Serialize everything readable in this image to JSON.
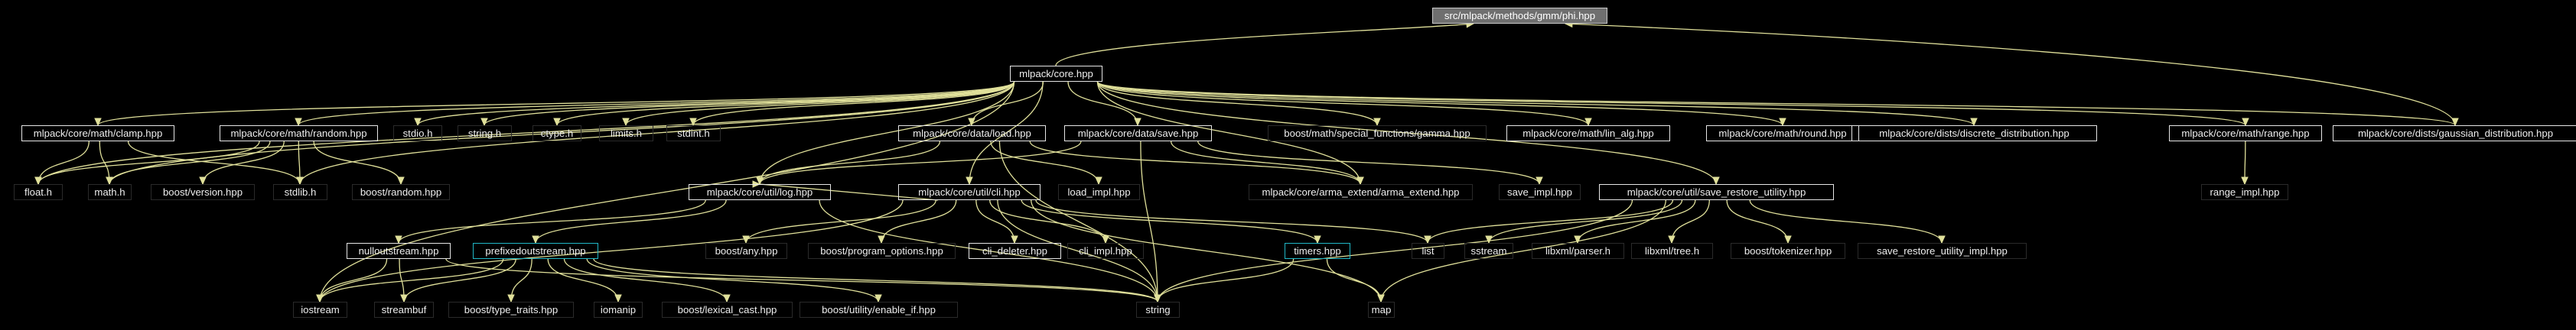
{
  "colors": {
    "background": "#000000",
    "edge": "#e0e09a",
    "node_text": "#eeeeee",
    "root_fill": "#6f6f6f",
    "cyan_border": "#20b7c6"
  },
  "nodes": [
    {
      "id": "phi",
      "label": "src/mlpack/methods/gmm/phi.hpp",
      "style": "root"
    },
    {
      "id": "core",
      "label": "mlpack/core.hpp",
      "style": "framed"
    },
    {
      "id": "clamp",
      "label": "mlpack/core/math/clamp.hpp",
      "style": "framed"
    },
    {
      "id": "random",
      "label": "mlpack/core/math/random.hpp",
      "style": "framed"
    },
    {
      "id": "stdio",
      "label": "stdio.h",
      "style": "plain"
    },
    {
      "id": "string_h",
      "label": "string.h",
      "style": "plain"
    },
    {
      "id": "ctype",
      "label": "ctype.h",
      "style": "plain"
    },
    {
      "id": "limits",
      "label": "limits.h",
      "style": "plain"
    },
    {
      "id": "stdint",
      "label": "stdint.h",
      "style": "plain"
    },
    {
      "id": "load",
      "label": "mlpack/core/data/load.hpp",
      "style": "framed"
    },
    {
      "id": "save",
      "label": "mlpack/core/data/save.hpp",
      "style": "framed"
    },
    {
      "id": "gamma",
      "label": "boost/math/special_functions/gamma.hpp",
      "style": "plain"
    },
    {
      "id": "lin_alg",
      "label": "mlpack/core/math/lin_alg.hpp",
      "style": "framed"
    },
    {
      "id": "round",
      "label": "mlpack/core/math/round.hpp",
      "style": "framed"
    },
    {
      "id": "discrete",
      "label": "mlpack/core/dists/discrete_distribution.hpp",
      "style": "framed"
    },
    {
      "id": "range",
      "label": "mlpack/core/math/range.hpp",
      "style": "framed"
    },
    {
      "id": "gaussian",
      "label": "mlpack/core/dists/gaussian_distribution.hpp",
      "style": "framed"
    },
    {
      "id": "float",
      "label": "float.h",
      "style": "plain"
    },
    {
      "id": "math",
      "label": "math.h",
      "style": "plain"
    },
    {
      "id": "bversion",
      "label": "boost/version.hpp",
      "style": "plain"
    },
    {
      "id": "stdlib",
      "label": "stdlib.h",
      "style": "plain"
    },
    {
      "id": "brandom",
      "label": "boost/random.hpp",
      "style": "plain"
    },
    {
      "id": "log",
      "label": "mlpack/core/util/log.hpp",
      "style": "framed"
    },
    {
      "id": "load_impl",
      "label": "load_impl.hpp",
      "style": "plain"
    },
    {
      "id": "cli",
      "label": "mlpack/core/util/cli.hpp",
      "style": "framed"
    },
    {
      "id": "arma",
      "label": "mlpack/core/arma_extend/arma_extend.hpp",
      "style": "plain"
    },
    {
      "id": "save_impl",
      "label": "save_impl.hpp",
      "style": "plain"
    },
    {
      "id": "sru",
      "label": "mlpack/core/util/save_restore_utility.hpp",
      "style": "framed"
    },
    {
      "id": "range_impl",
      "label": "range_impl.hpp",
      "style": "plain"
    },
    {
      "id": "nullout",
      "label": "nulloutstream.hpp",
      "style": "framed"
    },
    {
      "id": "prefixed",
      "label": "prefixedoutstream.hpp",
      "style": "cyan"
    },
    {
      "id": "bany",
      "label": "boost/any.hpp",
      "style": "plain"
    },
    {
      "id": "bpo",
      "label": "boost/program_options.hpp",
      "style": "plain"
    },
    {
      "id": "cli_deleter",
      "label": "cli_deleter.hpp",
      "style": "framed"
    },
    {
      "id": "cli_impl",
      "label": "cli_impl.hpp",
      "style": "plain"
    },
    {
      "id": "timers",
      "label": "timers.hpp",
      "style": "cyan"
    },
    {
      "id": "list",
      "label": "list",
      "style": "plain"
    },
    {
      "id": "sstream",
      "label": "sstream",
      "style": "plain"
    },
    {
      "id": "parser",
      "label": "libxml/parser.h",
      "style": "plain"
    },
    {
      "id": "tree",
      "label": "libxml/tree.h",
      "style": "plain"
    },
    {
      "id": "tokenizer",
      "label": "boost/tokenizer.hpp",
      "style": "plain"
    },
    {
      "id": "sru_impl",
      "label": "save_restore_utility_impl.hpp",
      "style": "plain"
    },
    {
      "id": "iostream",
      "label": "iostream",
      "style": "plain"
    },
    {
      "id": "streambuf",
      "label": "streambuf",
      "style": "plain"
    },
    {
      "id": "btype",
      "label": "boost/type_traits.hpp",
      "style": "plain"
    },
    {
      "id": "iomanip",
      "label": "iomanip",
      "style": "plain"
    },
    {
      "id": "blexical",
      "label": "boost/lexical_cast.hpp",
      "style": "plain"
    },
    {
      "id": "benable",
      "label": "boost/utility/enable_if.hpp",
      "style": "plain"
    },
    {
      "id": "string",
      "label": "string",
      "style": "plain"
    },
    {
      "id": "map",
      "label": "map",
      "style": "plain"
    }
  ],
  "edges": [
    [
      "core",
      "phi"
    ],
    [
      "gaussian",
      "phi"
    ],
    [
      "core",
      "clamp"
    ],
    [
      "core",
      "random"
    ],
    [
      "core",
      "stdio"
    ],
    [
      "core",
      "string_h"
    ],
    [
      "core",
      "ctype"
    ],
    [
      "core",
      "limits"
    ],
    [
      "core",
      "stdint"
    ],
    [
      "core",
      "load"
    ],
    [
      "core",
      "save"
    ],
    [
      "core",
      "gamma"
    ],
    [
      "core",
      "lin_alg"
    ],
    [
      "core",
      "round"
    ],
    [
      "core",
      "discrete"
    ],
    [
      "core",
      "range"
    ],
    [
      "core",
      "gaussian"
    ],
    [
      "core",
      "float"
    ],
    [
      "core",
      "math"
    ],
    [
      "core",
      "stdlib"
    ],
    [
      "core",
      "log"
    ],
    [
      "core",
      "cli"
    ],
    [
      "core",
      "arma"
    ],
    [
      "core",
      "sru"
    ],
    [
      "core",
      "iostream"
    ],
    [
      "clamp",
      "float"
    ],
    [
      "clamp",
      "math"
    ],
    [
      "clamp",
      "stdlib"
    ],
    [
      "random",
      "float"
    ],
    [
      "random",
      "math"
    ],
    [
      "random",
      "bversion"
    ],
    [
      "random",
      "stdlib"
    ],
    [
      "random",
      "brandom"
    ],
    [
      "load",
      "log"
    ],
    [
      "load",
      "load_impl"
    ],
    [
      "load",
      "arma"
    ],
    [
      "load",
      "string"
    ],
    [
      "save",
      "log"
    ],
    [
      "save",
      "save_impl"
    ],
    [
      "save",
      "arma"
    ],
    [
      "save",
      "string"
    ],
    [
      "range",
      "range_impl"
    ],
    [
      "log",
      "nullout"
    ],
    [
      "log",
      "prefixed"
    ],
    [
      "log",
      "string"
    ],
    [
      "cli",
      "bany"
    ],
    [
      "cli",
      "bpo"
    ],
    [
      "cli",
      "cli_deleter"
    ],
    [
      "cli",
      "cli_impl"
    ],
    [
      "cli",
      "timers"
    ],
    [
      "cli",
      "list"
    ],
    [
      "cli",
      "map"
    ],
    [
      "cli",
      "string"
    ],
    [
      "cli",
      "iostream"
    ],
    [
      "cli",
      "log"
    ],
    [
      "sru",
      "list"
    ],
    [
      "sru",
      "sstream"
    ],
    [
      "sru",
      "parser"
    ],
    [
      "sru",
      "tree"
    ],
    [
      "sru",
      "tokenizer"
    ],
    [
      "sru",
      "sru_impl"
    ],
    [
      "sru",
      "map"
    ],
    [
      "sru",
      "string"
    ],
    [
      "nullout",
      "iostream"
    ],
    [
      "nullout",
      "streambuf"
    ],
    [
      "nullout",
      "string"
    ],
    [
      "prefixed",
      "iostream"
    ],
    [
      "prefixed",
      "streambuf"
    ],
    [
      "prefixed",
      "btype"
    ],
    [
      "prefixed",
      "iomanip"
    ],
    [
      "prefixed",
      "blexical"
    ],
    [
      "prefixed",
      "benable"
    ],
    [
      "prefixed",
      "string"
    ],
    [
      "timers",
      "map"
    ],
    [
      "timers",
      "string"
    ]
  ]
}
